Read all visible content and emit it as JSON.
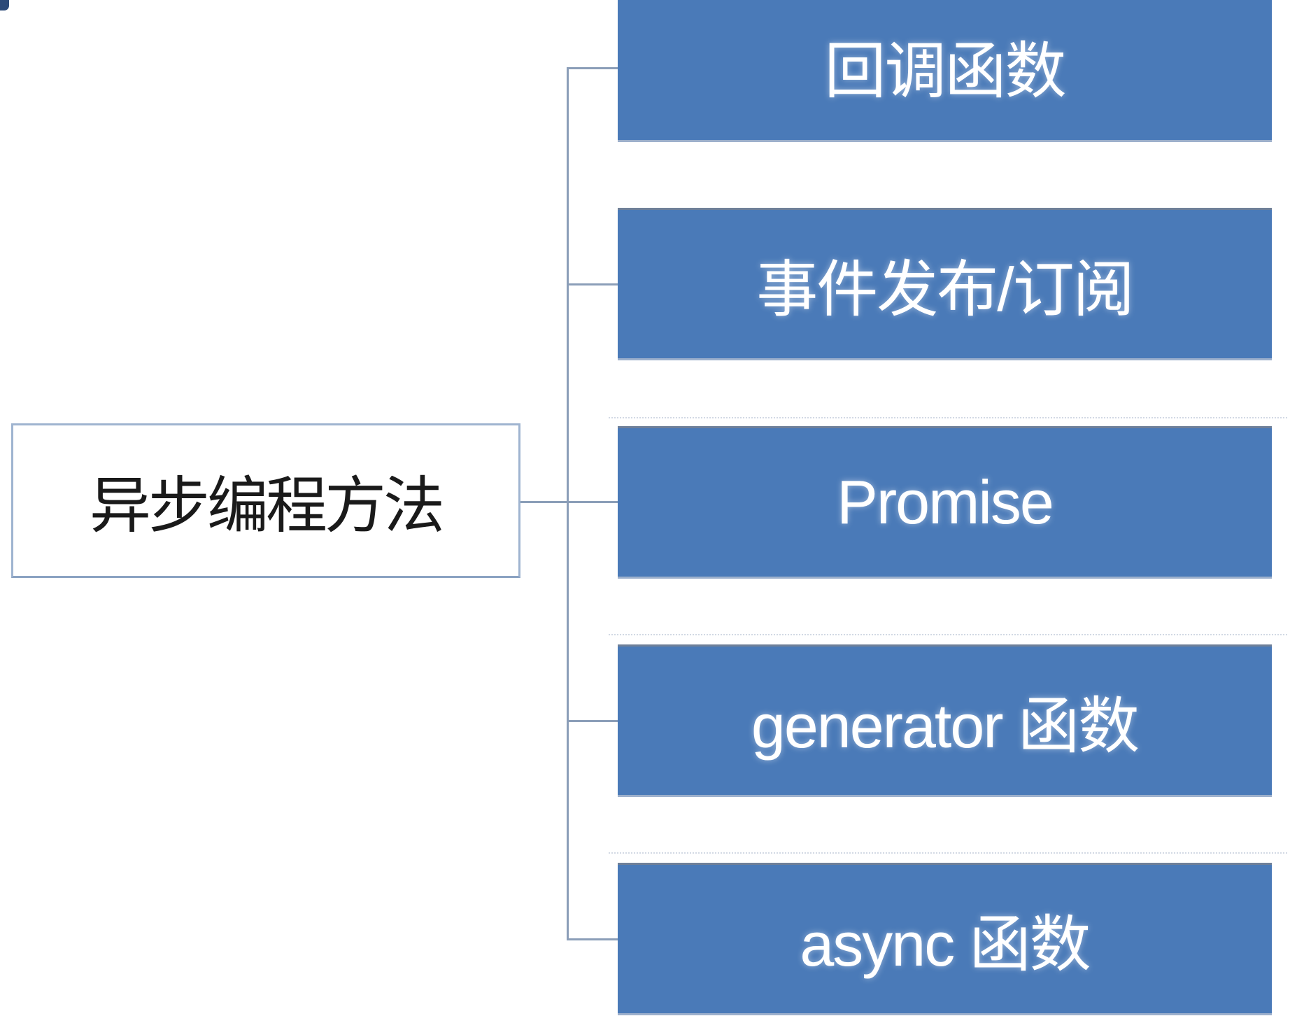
{
  "diagram": {
    "type": "hierarchy-smartart",
    "root": {
      "label": "异步编程方法"
    },
    "children": [
      {
        "label": "回调函数"
      },
      {
        "label": "事件发布/订阅"
      },
      {
        "label": "Promise"
      },
      {
        "label": "generator 函数"
      },
      {
        "label": "async 函数"
      }
    ],
    "colors": {
      "node_fill": "#4a7ab8",
      "node_text": "#ffffff",
      "root_fill": "#ffffff",
      "root_border": "#9fb4d0",
      "root_text": "#1a1a1a",
      "connector": "#8b9eb8",
      "corner_mark": "#2c4a78",
      "background": "#ffffff"
    }
  }
}
